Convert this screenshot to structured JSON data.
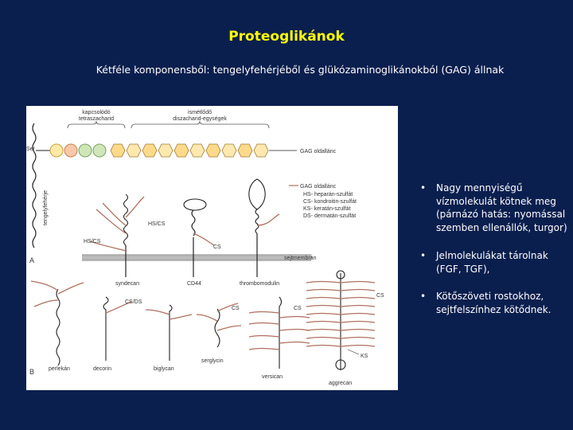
{
  "title": "Proteoglikánok",
  "subtitle": "Kétféle komponensből: tengelyfehérjéből és glükózaminoglikánokból (GAG) állnak",
  "figure": {
    "panel_a": "A",
    "panel_b": "B",
    "label_tetra": "kapcsolódó tetraszacharid",
    "label_tetra_1": "kapcsolódó",
    "label_tetra_2": "tetraszacharid",
    "label_disacch": "ismétlődő diszacharid-egységek",
    "label_disacch_1": "ismétlődő",
    "label_disacch_2": "diszacharid-egységek",
    "label_ser": "Ser",
    "label_core": "tengelyfehérje",
    "label_gag_chain": "GAG oldallánc",
    "legend_title": "GAG oldallánc",
    "legend_items": [
      "HS- heparán-szulfát",
      "CS- kondroitin-szulfát",
      "KS- keratán-szulfát",
      "DS- dermatán-szulfát"
    ],
    "label_hs_cs_1": "HS/CS",
    "label_hs_cs_2": "HS/CS",
    "label_cs_1": "CS",
    "label_cs_2": "CS",
    "label_cs_3": "CS",
    "label_cs_4": "CS",
    "label_cs_ds": "CS/DS",
    "label_ks": "KS",
    "label_membrane": "sejtmembrán",
    "names_a": [
      "syndecan",
      "CD44",
      "thrombomodulin"
    ],
    "names_b": [
      "perlekán",
      "decorin",
      "biglycan",
      "serglycin",
      "versican",
      "aggrecan"
    ]
  },
  "bullets": [
    "Nagy mennyiségű vízmolekulát kötnek meg (párnázó hatás: nyomással szemben ellenállók, turgor)",
    "Jelmolekulákat tárolnak (FGF, TGF),",
    "Kötőszöveti rostokhoz, sejtfelszínhez kötődnek."
  ],
  "bullet_marker": "•"
}
